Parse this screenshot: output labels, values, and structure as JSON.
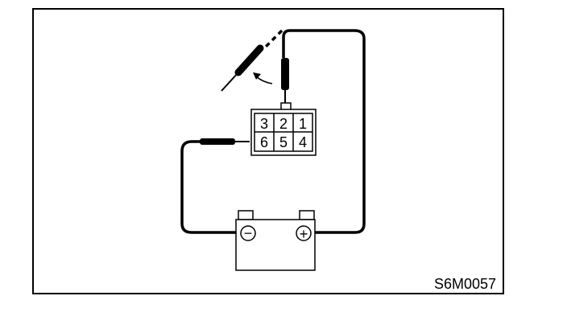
{
  "diagram": {
    "code": "S6M0057",
    "connector": {
      "pins_top": [
        "3",
        "2",
        "1"
      ],
      "pins_bottom": [
        "6",
        "5",
        "4"
      ]
    },
    "battery": {
      "negative_symbol": "−",
      "positive_symbol": "+"
    },
    "colors": {
      "line": "#000000",
      "background": "#ffffff"
    }
  }
}
